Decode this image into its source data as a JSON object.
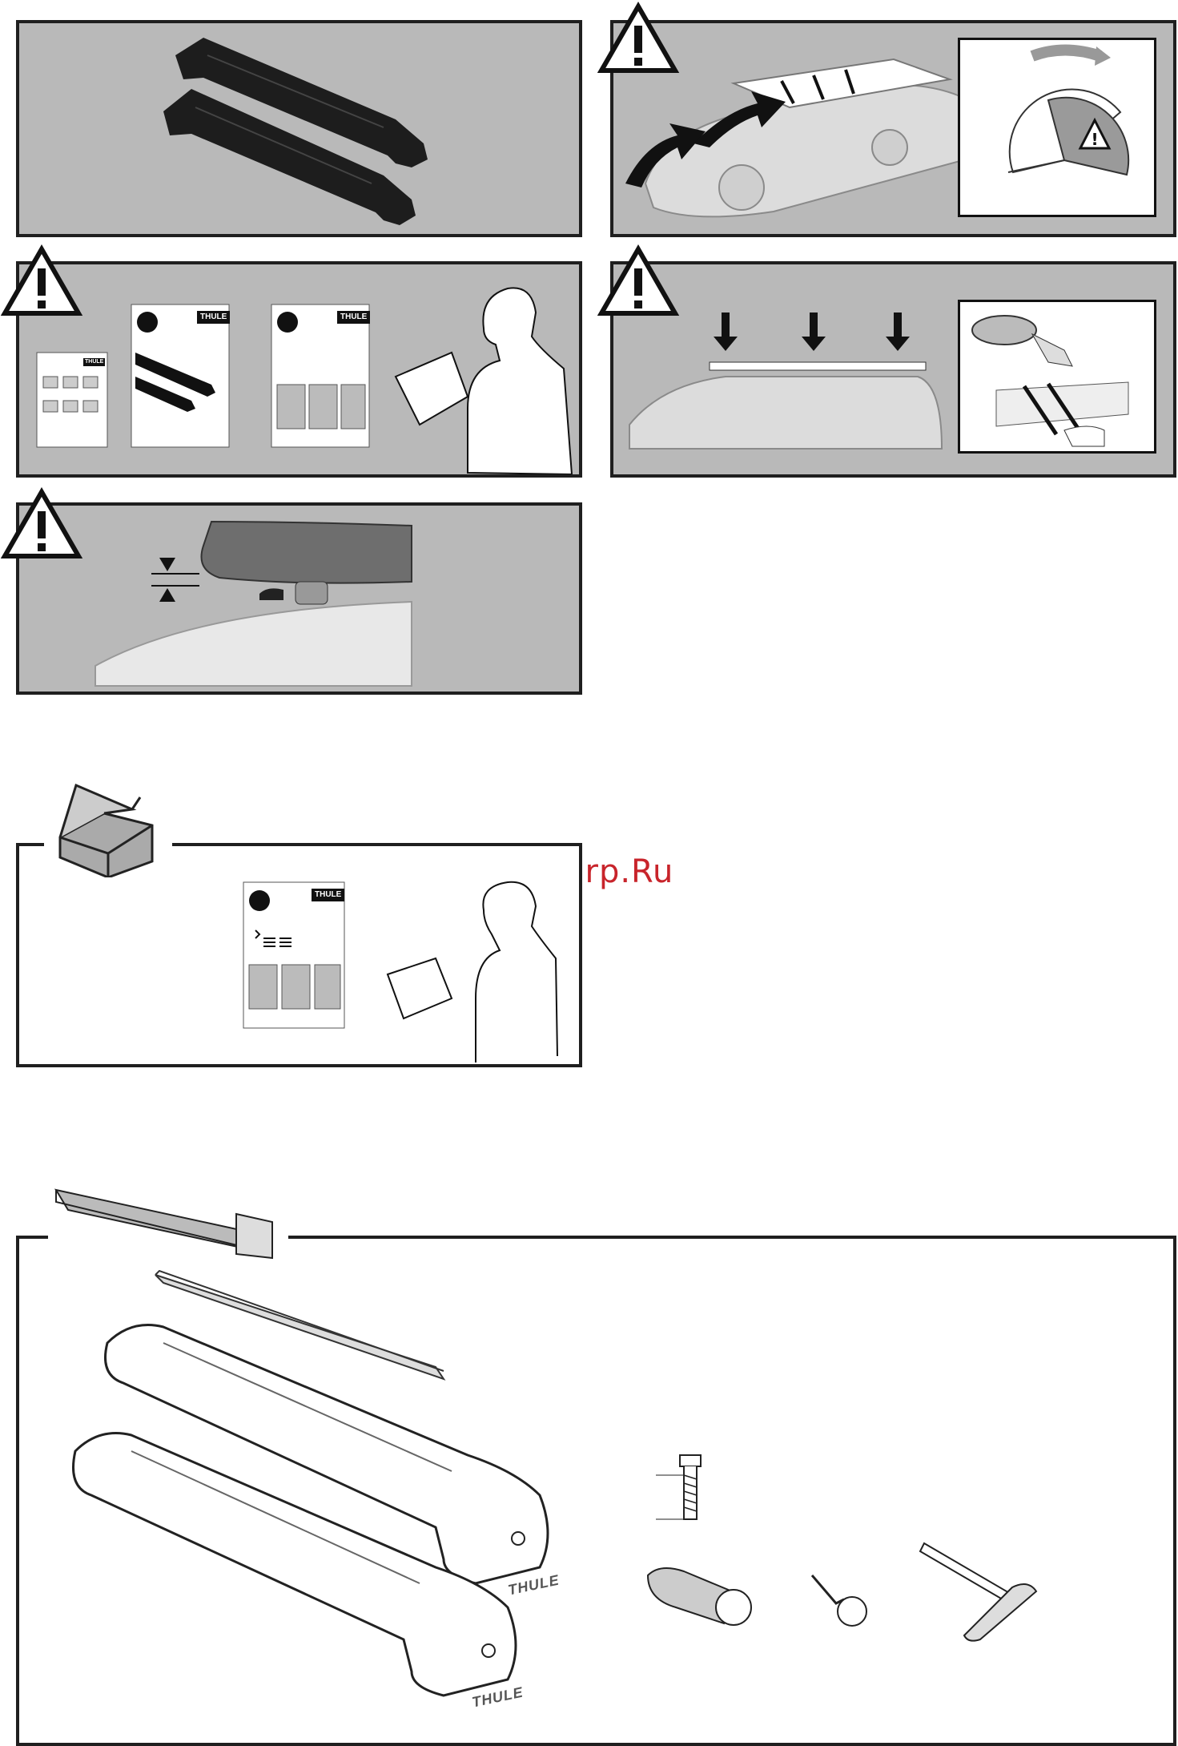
{
  "watermark": {
    "text": "McGrp.Ru"
  },
  "brand": {
    "badge": "THULE",
    "engraving": "THULE"
  },
  "icons": {
    "warning": "warning-triangle-icon",
    "box": "package-box-icon"
  },
  "colors": {
    "panel_gray": "#b9b9b9",
    "border": "#1f1f1f",
    "watermark": "#c8242b"
  }
}
